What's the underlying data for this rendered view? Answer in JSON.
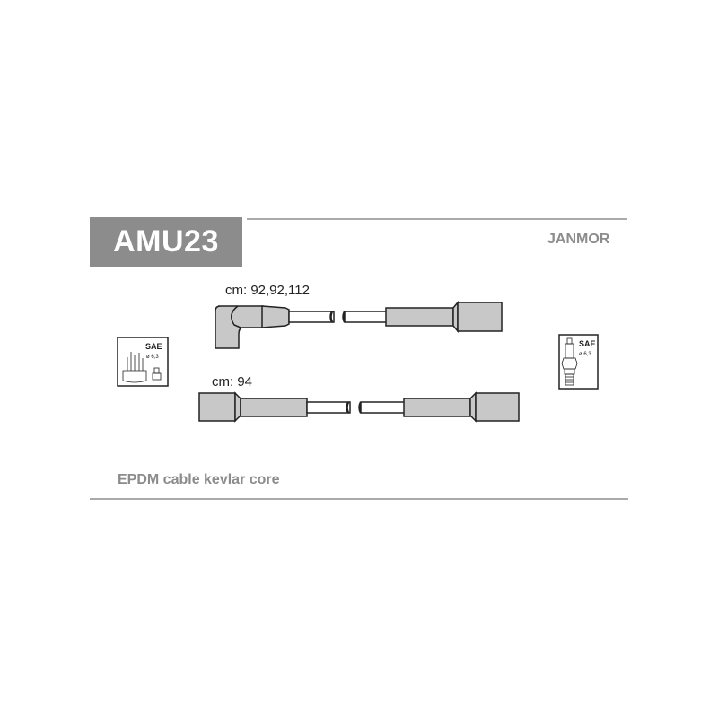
{
  "header": {
    "part_number": "AMU23",
    "brand": "JANMOR"
  },
  "cables": [
    {
      "label": "cm: 92,92,112",
      "type": "angled-boot-to-straight-boot"
    },
    {
      "label": "cm: 94",
      "type": "straight-boot-to-straight-boot"
    }
  ],
  "icons": {
    "left": {
      "name": "distributor-cap-icon",
      "standard": "SAE",
      "diameter": "ø 6,3"
    },
    "right": {
      "name": "spark-plug-icon",
      "standard": "SAE",
      "diameter": "ø 6,3"
    }
  },
  "footer": {
    "description": "EPDM cable kevlar core"
  },
  "colors": {
    "title_bg": "#8c8c8c",
    "text_grey": "#8c8c8c",
    "part_fill": "#c8c8c8",
    "rule": "#aaaaaa"
  }
}
